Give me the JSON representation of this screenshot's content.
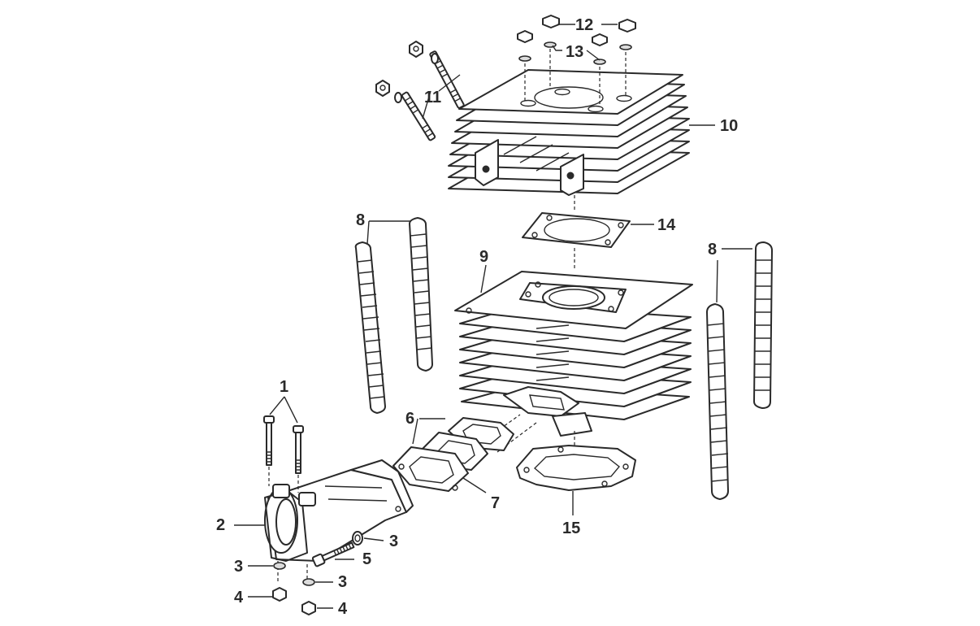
{
  "diagram": {
    "callouts": {
      "c1": "1",
      "c2": "2",
      "c3a": "3",
      "c3b": "3",
      "c3c": "3",
      "c4a": "4",
      "c4b": "4",
      "c5": "5",
      "c6": "6",
      "c7": "7",
      "c8a": "8",
      "c8b": "8",
      "c9": "9",
      "c10": "10",
      "c11": "11",
      "c12": "12",
      "c13": "13",
      "c14": "14",
      "c15": "15"
    }
  }
}
